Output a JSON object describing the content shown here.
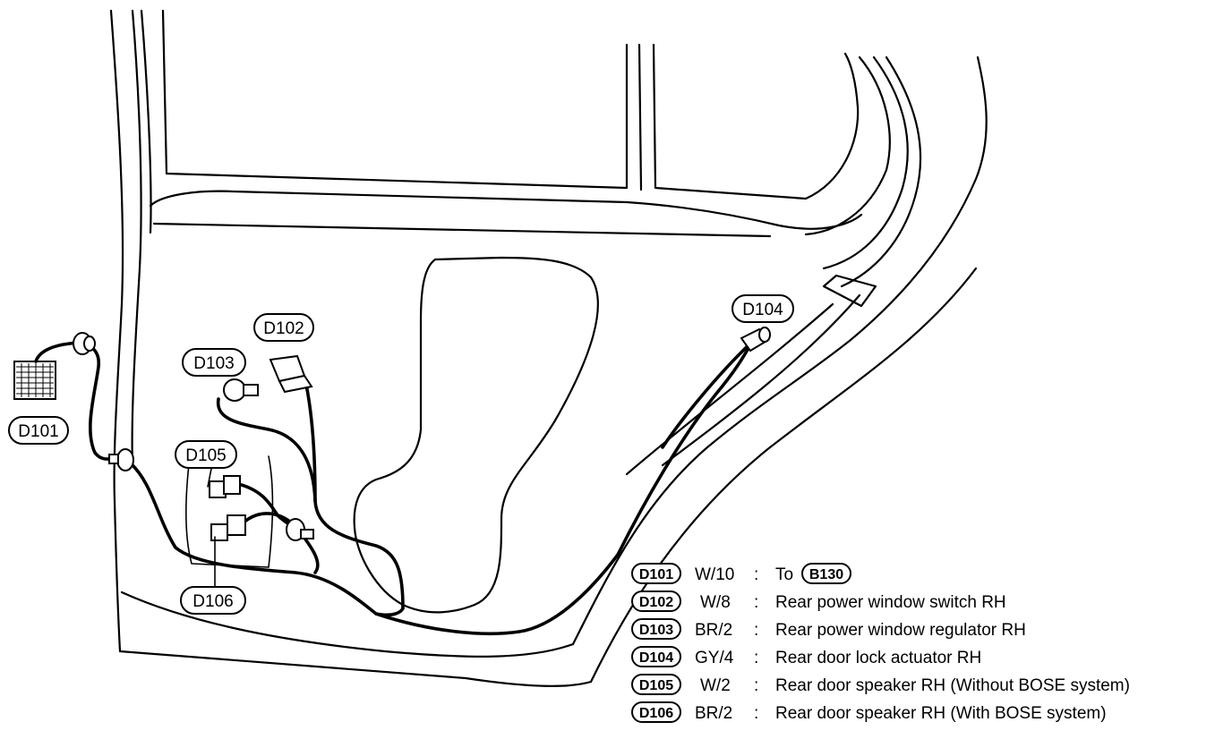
{
  "callouts": {
    "d101": "D101",
    "d102": "D102",
    "d103": "D103",
    "d104": "D104",
    "d105": "D105",
    "d106": "D106"
  },
  "legend": [
    {
      "code": "D101",
      "wire": "W/10",
      "sep": ":",
      "desc": "To",
      "ref": "B130"
    },
    {
      "code": "D102",
      "wire": "W/8",
      "sep": ":",
      "desc": "Rear power window switch RH"
    },
    {
      "code": "D103",
      "wire": "BR/2",
      "sep": ":",
      "desc": "Rear power window regulator RH"
    },
    {
      "code": "D104",
      "wire": "GY/4",
      "sep": ":",
      "desc": "Rear door lock actuator RH"
    },
    {
      "code": "D105",
      "wire": "W/2",
      "sep": ":",
      "desc": "Rear door speaker RH (Without BOSE system)"
    },
    {
      "code": "D106",
      "wire": "BR/2",
      "sep": ":",
      "desc": "Rear door speaker RH (With BOSE system)"
    }
  ]
}
